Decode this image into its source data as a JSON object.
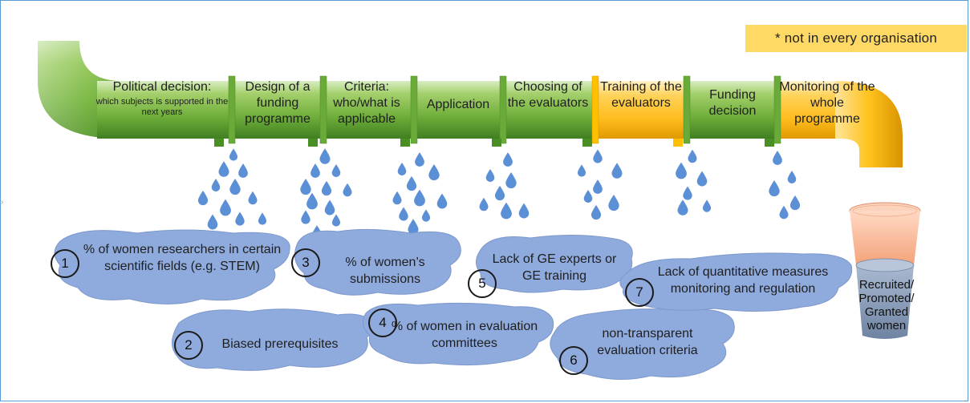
{
  "note": "* not in every organisation",
  "stages": [
    {
      "title": "Political decision:",
      "subtitle": "which subjects is supported in the next years"
    },
    {
      "title": "Design of a funding programme"
    },
    {
      "title": "Criteria: who/what is applicable"
    },
    {
      "title": "Application"
    },
    {
      "title": "Choosing of the evaluators"
    },
    {
      "title": "Training of the evaluators"
    },
    {
      "title": "Funding decision"
    },
    {
      "title": "Monitoring of the whole programme"
    }
  ],
  "issues": [
    {
      "number": "1",
      "text": "% of women researchers in certain scientific fields (e.g. STEM)"
    },
    {
      "number": "2",
      "text": "Biased prerequisites"
    },
    {
      "number": "3",
      "text": "% of women’s submissions"
    },
    {
      "number": "4",
      "text": "% of women in evaluation committees"
    },
    {
      "number": "5",
      "text": "Lack of GE experts or GE training"
    },
    {
      "number": "6",
      "text": "non-transparent evaluation criteria"
    },
    {
      "number": "7",
      "text": "Lack of quantitative measures monitoring and regulation"
    }
  ],
  "outcome": "Recruited/ Promoted/ Granted women",
  "colors": {
    "pipe_green": "#8bc34a",
    "pipe_orange": "#ffc000",
    "drop": "#5b8fd6",
    "puddle": "#8faadc",
    "note_bg": "#ffd966"
  }
}
